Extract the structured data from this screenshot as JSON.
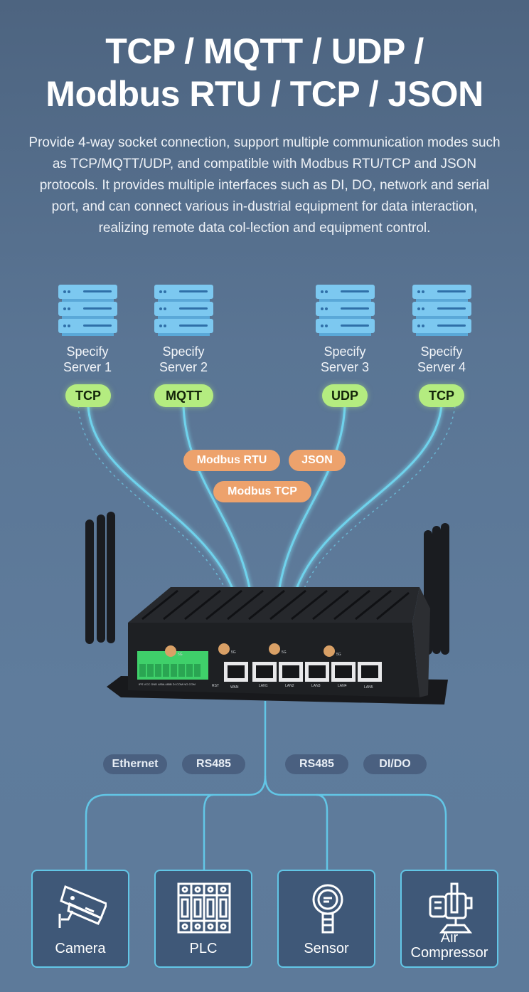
{
  "title": {
    "line1": "TCP / MQTT / UDP /",
    "line2": "Modbus RTU / TCP / JSON"
  },
  "description": "Provide 4-way socket connection, support multiple communication modes such as TCP/MQTT/UDP, and compatible with Modbus RTU/TCP and JSON protocols. It provides multiple interfaces such as DI, DO,  network and serial port, and can connect various in-dustrial equipment for data interaction, realizing remote data col-lection and equipment control.",
  "servers": [
    {
      "line1": "Specify",
      "line2": "Server 1",
      "protocol": "TCP",
      "icon": "server-rack-icon"
    },
    {
      "line1": "Specify",
      "line2": "Server 2",
      "protocol": "MQTT",
      "icon": "server-rack-icon"
    },
    {
      "line1": "Specify",
      "line2": "Server 3",
      "protocol": "UDP",
      "icon": "server-rack-icon"
    },
    {
      "line1": "Specify",
      "line2": "Server 4",
      "protocol": "TCP",
      "icon": "server-rack-icon"
    }
  ],
  "data_formats": [
    "Modbus RTU",
    "JSON",
    "Modbus TCP"
  ],
  "device": {
    "antenna_labels": [
      "5G",
      "5G",
      "5G",
      "5G"
    ],
    "ports": [
      "WAN",
      "LAN1",
      "LAN2",
      "LAN3",
      "LAN4",
      "LAN5"
    ],
    "reset_label": "RST",
    "terminal_labels": "IPS VCC GND 485A 485B DI COM NO COM"
  },
  "interfaces": [
    "Ethernet",
    "RS485",
    "RS485",
    "DI/DO"
  ],
  "equipment": [
    {
      "label": "Camera",
      "icon": "camera-icon"
    },
    {
      "label": "PLC",
      "icon": "plc-icon"
    },
    {
      "label": "Sensor",
      "icon": "sensor-icon"
    },
    {
      "label": "Air Compressor",
      "icon": "air-compressor-icon"
    }
  ],
  "colors": {
    "protocol_pill": "#b4ec80",
    "format_pill": "#eda26c",
    "interface_pill": "#4a6080",
    "line": "#62c6e6",
    "box_fill": "#3f5878"
  }
}
